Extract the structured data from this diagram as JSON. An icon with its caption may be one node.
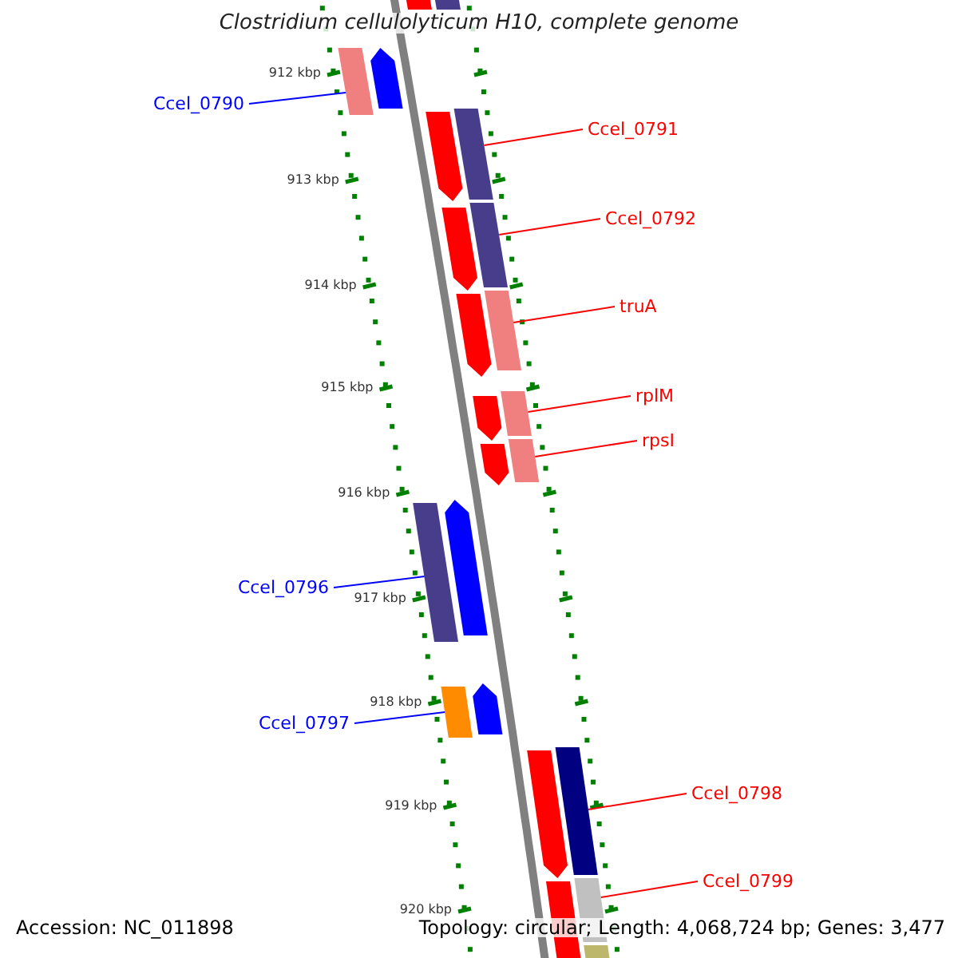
{
  "diagram": {
    "title": "Clostridium cellulolyticum H10, complete genome",
    "nodes": [
      {
        "text": [
          "Ccel_0790"
        ]
      },
      {
        "text": [],
        "shape": "bar"
      },
      {
        "text": [
          "Ccel_0791"
        ]
      },
      {
        "text": [],
        "shape": "bar"
      },
      {
        "text": [
          "Ccel_0792"
        ]
      },
      {
        "text": [],
        "shape": "bar"
      },
      {
        "text": [
          "truA"
        ]
      },
      {
        "text": [],
        "shape": "bar"
      },
      {
        "text": [
          "rplM"
        ]
      },
      {
        "text": [],
        "shape": "bar"
      },
      {
        "text": [
          "rpsI"
        ]
      },
      {
        "text": [],
        "shape": "bar"
      },
      {
        "text": [
          "Ccel_0796"
        ]
      },
      {
        "text": [],
        "shape": "bar"
      },
      {
        "text": [
          "Ccel_0797"
        ]
      },
      {
        "text": [],
        "shape": "bar"
      },
      {
        "text": [
          "Ccel_0798"
        ]
      },
      {
        "text": [],
        "shape": "bar"
      },
      {
        "text": [
          "Ccel_0799"
        ]
      },
      {
        "text": [],
        "shape": "bar"
      },
      {
        "text": [],
        "shape": "bar"
      },
      {
        "text": [],
        "shape": "bar"
      },
      {
        "text": [],
        "shape": "bar"
      },
      {
        "text": [],
        "shape": "bar"
      },
      {
        "text": [],
        "shape": "bar"
      },
      {
        "text": [],
        "shape": "bar"
      },
      {
        "text": [],
        "shape": "bar"
      },
      {
        "text": [],
        "shape": "bar"
      },
      {
        "text": [],
        "shape": "bar"
      },
      {
        "text": [],
        "shape": "bar"
      },
      {
        "text": [],
        "shape": "bar"
      },
      {
        "text": [],
        "shape": "bar"
      },
      {
        "text": [],
        "shape": "bar"
      }
    ],
    "edges": [
      {
        "from": 0,
        "to": 1,
        "arrow": "none",
        "color": "#0000ff"
      },
      {
        "from": 2,
        "to": 3,
        "arrow": "none"
      },
      {
        "from": 4,
        "to": 5,
        "arrow": "none"
      },
      {
        "from": 6,
        "to": 7,
        "arrow": "none"
      },
      {
        "from": 8,
        "to": 9,
        "arrow": "none"
      },
      {
        "from": 10,
        "to": 11,
        "arrow": "none"
      },
      {
        "from": 12,
        "to": 13,
        "arrow": "none",
        "color": "#0000ff"
      },
      {
        "from": 14,
        "to": 15,
        "arrow": "none",
        "color": "#0000ff"
      },
      {
        "from": 16,
        "to": 17,
        "arrow": "none"
      },
      {
        "from": 18,
        "to": 19,
        "arrow": "none"
      }
    ],
    "labels": [
      "912 kbp",
      "913 kbp",
      "914 kbp",
      "915 kbp",
      "916 kbp",
      "917 kbp",
      "918 kbp",
      "919 kbp",
      "920 kbp",
      "Accession: NC_011898",
      "Topology: circular; Length: 4,068,724 bp; Genes: 3,477"
    ]
  }
}
